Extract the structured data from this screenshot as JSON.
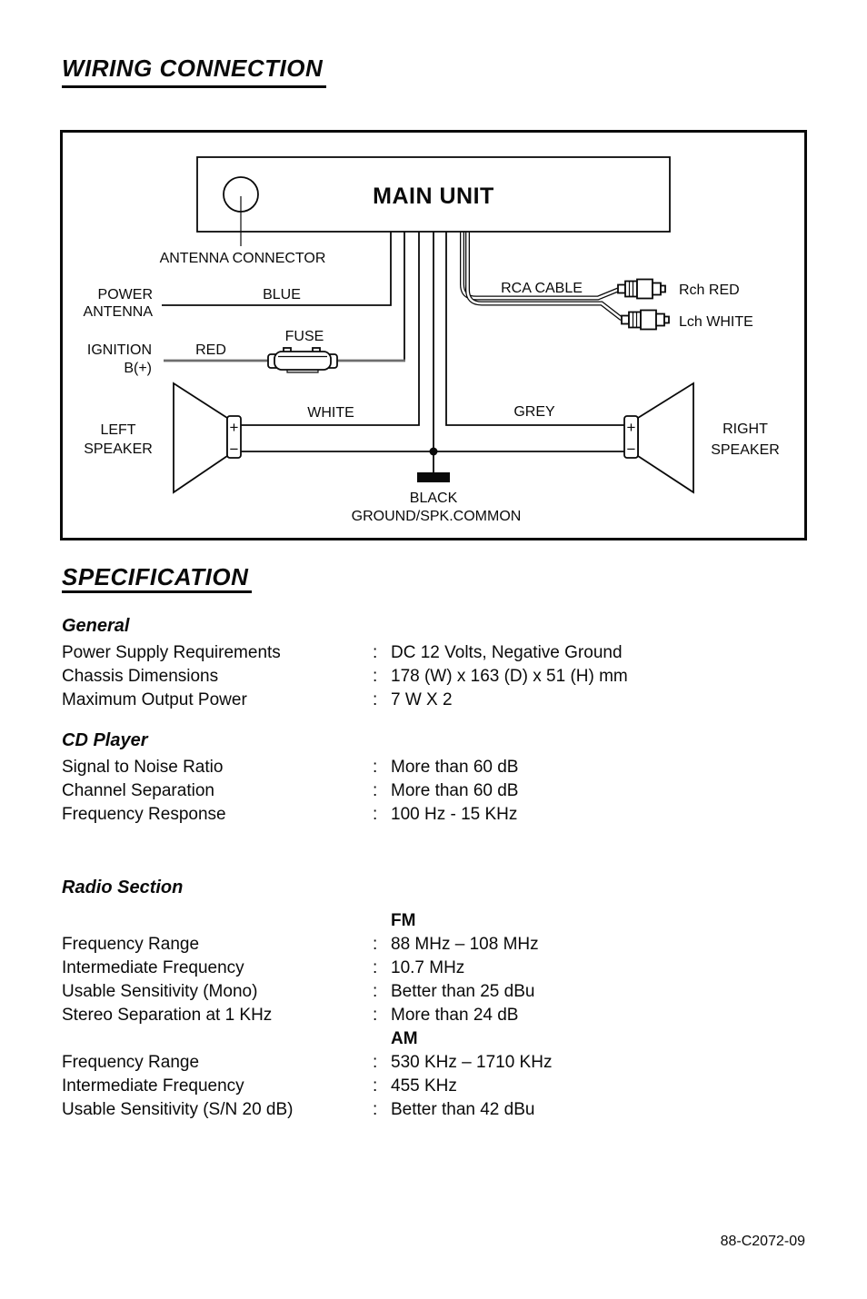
{
  "page": {
    "wiring_title": "WIRING CONNECTION",
    "footer": "88-C2072-09"
  },
  "diagram": {
    "main_unit": "MAIN UNIT",
    "labels": {
      "antenna_connector": "ANTENNA CONNECTOR",
      "power": "POWER",
      "antenna": "ANTENNA",
      "blue": "BLUE",
      "fuse": "FUSE",
      "ignition": "IGNITION",
      "b_plus": "B(+)",
      "red": "RED",
      "rca_cable": "RCA CABLE",
      "rch_red": "Rch RED",
      "lch_white": "Lch WHITE",
      "white": "WHITE",
      "grey": "GREY",
      "left": "LEFT",
      "right": "RIGHT",
      "speaker": "SPEAKER",
      "plus": "+",
      "minus": "−",
      "black": "BLACK",
      "ground_spk_common": "GROUND/SPK.COMMON"
    }
  },
  "specification": {
    "title": "SPECIFICATION",
    "colon": ":",
    "general": {
      "heading": "General",
      "rows": [
        {
          "label": "Power Supply Requirements",
          "value": "DC 12 Volts, Negative Ground"
        },
        {
          "label": "Chassis Dimensions",
          "value": "178 (W) x 163 (D) x 51 (H) mm"
        },
        {
          "label": "Maximum Output Power",
          "value": "7 W X 2"
        }
      ]
    },
    "cd": {
      "heading": "CD Player",
      "rows": [
        {
          "label": "Signal to Noise Ratio",
          "value": "More than 60 dB"
        },
        {
          "label": "Channel Separation",
          "value": "More than 60 dB"
        },
        {
          "label": "Frequency Response",
          "value": "100 Hz - 15 KHz"
        }
      ]
    },
    "radio": {
      "heading": "Radio Section",
      "fm": {
        "band": "FM",
        "rows": [
          {
            "label": "Frequency Range",
            "value": "88 MHz – 108 MHz"
          },
          {
            "label": "Intermediate Frequency",
            "value": "10.7 MHz"
          },
          {
            "label": "Usable Sensitivity (Mono)",
            "value": "Better than 25 dBu"
          },
          {
            "label": "Stereo Separation at 1 KHz",
            "value": "More than 24 dB"
          }
        ]
      },
      "am": {
        "band": "AM",
        "rows": [
          {
            "label": "Frequency Range",
            "value": "530 KHz – 1710 KHz"
          },
          {
            "label": "Intermediate Frequency",
            "value": "455 KHz"
          },
          {
            "label": "Usable Sensitivity (S/N 20 dB)",
            "value": "Better than 42 dBu"
          }
        ]
      }
    }
  }
}
